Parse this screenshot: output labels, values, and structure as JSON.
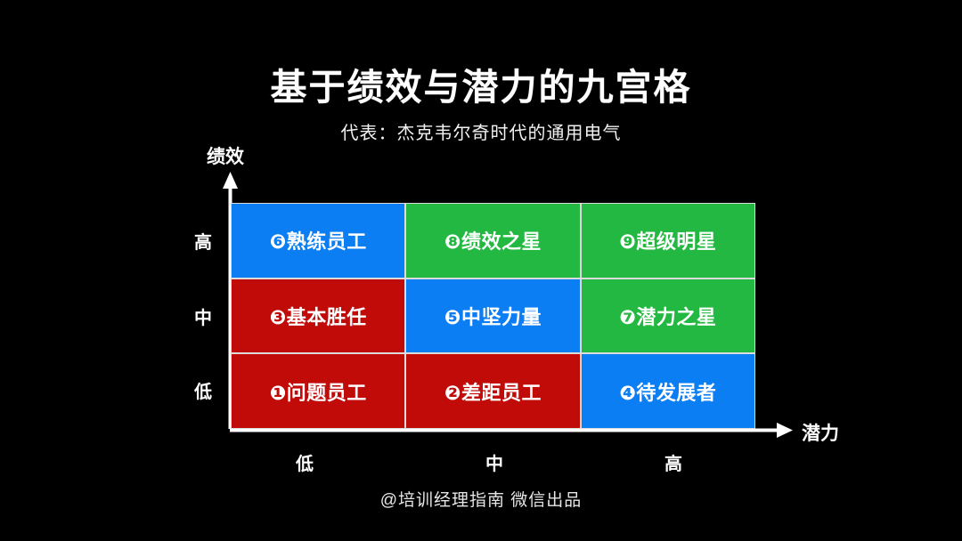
{
  "header": {
    "title": "基于绩效与潜力的九宫格",
    "subtitle": "代表：杰克韦尔奇时代的通用电气"
  },
  "footer": {
    "credit": "@培训经理指南 微信出品"
  },
  "axes": {
    "y_label": "绩效",
    "x_label": "潜力",
    "y_ticks": [
      "高",
      "中",
      "低"
    ],
    "x_ticks": [
      "低",
      "中",
      "高"
    ]
  },
  "colors": {
    "background": "#000000",
    "blue": "#0b7ef4",
    "green": "#22b841",
    "red": "#c00b09",
    "grid_line": "#dcdcdc",
    "text": "#ffffff"
  },
  "chart_data": {
    "type": "heatmap",
    "title": "基于绩效与潜力的九宫格",
    "subtitle": "代表：杰克韦尔奇时代的通用电气",
    "xlabel": "潜力",
    "ylabel": "绩效",
    "categories_x": [
      "低",
      "中",
      "高"
    ],
    "categories_y": [
      "高",
      "中",
      "低"
    ],
    "grid": true,
    "legend": "none",
    "cells": [
      {
        "row": 0,
        "col": 0,
        "number": "❻",
        "label": "熟练员工",
        "text": "❻熟练员工",
        "color": "#0b7ef4",
        "category": "blue"
      },
      {
        "row": 0,
        "col": 1,
        "number": "❽",
        "label": "绩效之星",
        "text": "❽绩效之星",
        "color": "#22b841",
        "category": "green"
      },
      {
        "row": 0,
        "col": 2,
        "number": "❾",
        "label": "超级明星",
        "text": "❾超级明星",
        "color": "#22b841",
        "category": "green"
      },
      {
        "row": 1,
        "col": 0,
        "number": "❸",
        "label": "基本胜任",
        "text": "❸基本胜任",
        "color": "#c00b09",
        "category": "red"
      },
      {
        "row": 1,
        "col": 1,
        "number": "❺",
        "label": "中坚力量",
        "text": "❺中坚力量",
        "color": "#0b7ef4",
        "category": "blue"
      },
      {
        "row": 1,
        "col": 2,
        "number": "❼",
        "label": "潜力之星",
        "text": "❼潜力之星",
        "color": "#22b841",
        "category": "green"
      },
      {
        "row": 2,
        "col": 0,
        "number": "❶",
        "label": "问题员工",
        "text": "❶问题员工",
        "color": "#c00b09",
        "category": "red"
      },
      {
        "row": 2,
        "col": 1,
        "number": "❷",
        "label": "差距员工",
        "text": "❷差距员工",
        "color": "#c00b09",
        "category": "red"
      },
      {
        "row": 2,
        "col": 2,
        "number": "❹",
        "label": "待发展者",
        "text": "❹待发展者",
        "color": "#0b7ef4",
        "category": "blue"
      }
    ]
  }
}
